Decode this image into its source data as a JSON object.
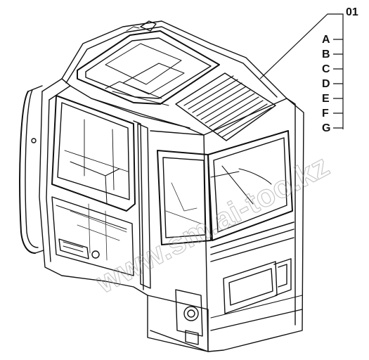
{
  "diagram": {
    "part_number": "01",
    "variants": [
      "A",
      "B",
      "C",
      "D",
      "E",
      "F",
      "G"
    ],
    "watermark": "www.sm.ai-too.kz"
  }
}
